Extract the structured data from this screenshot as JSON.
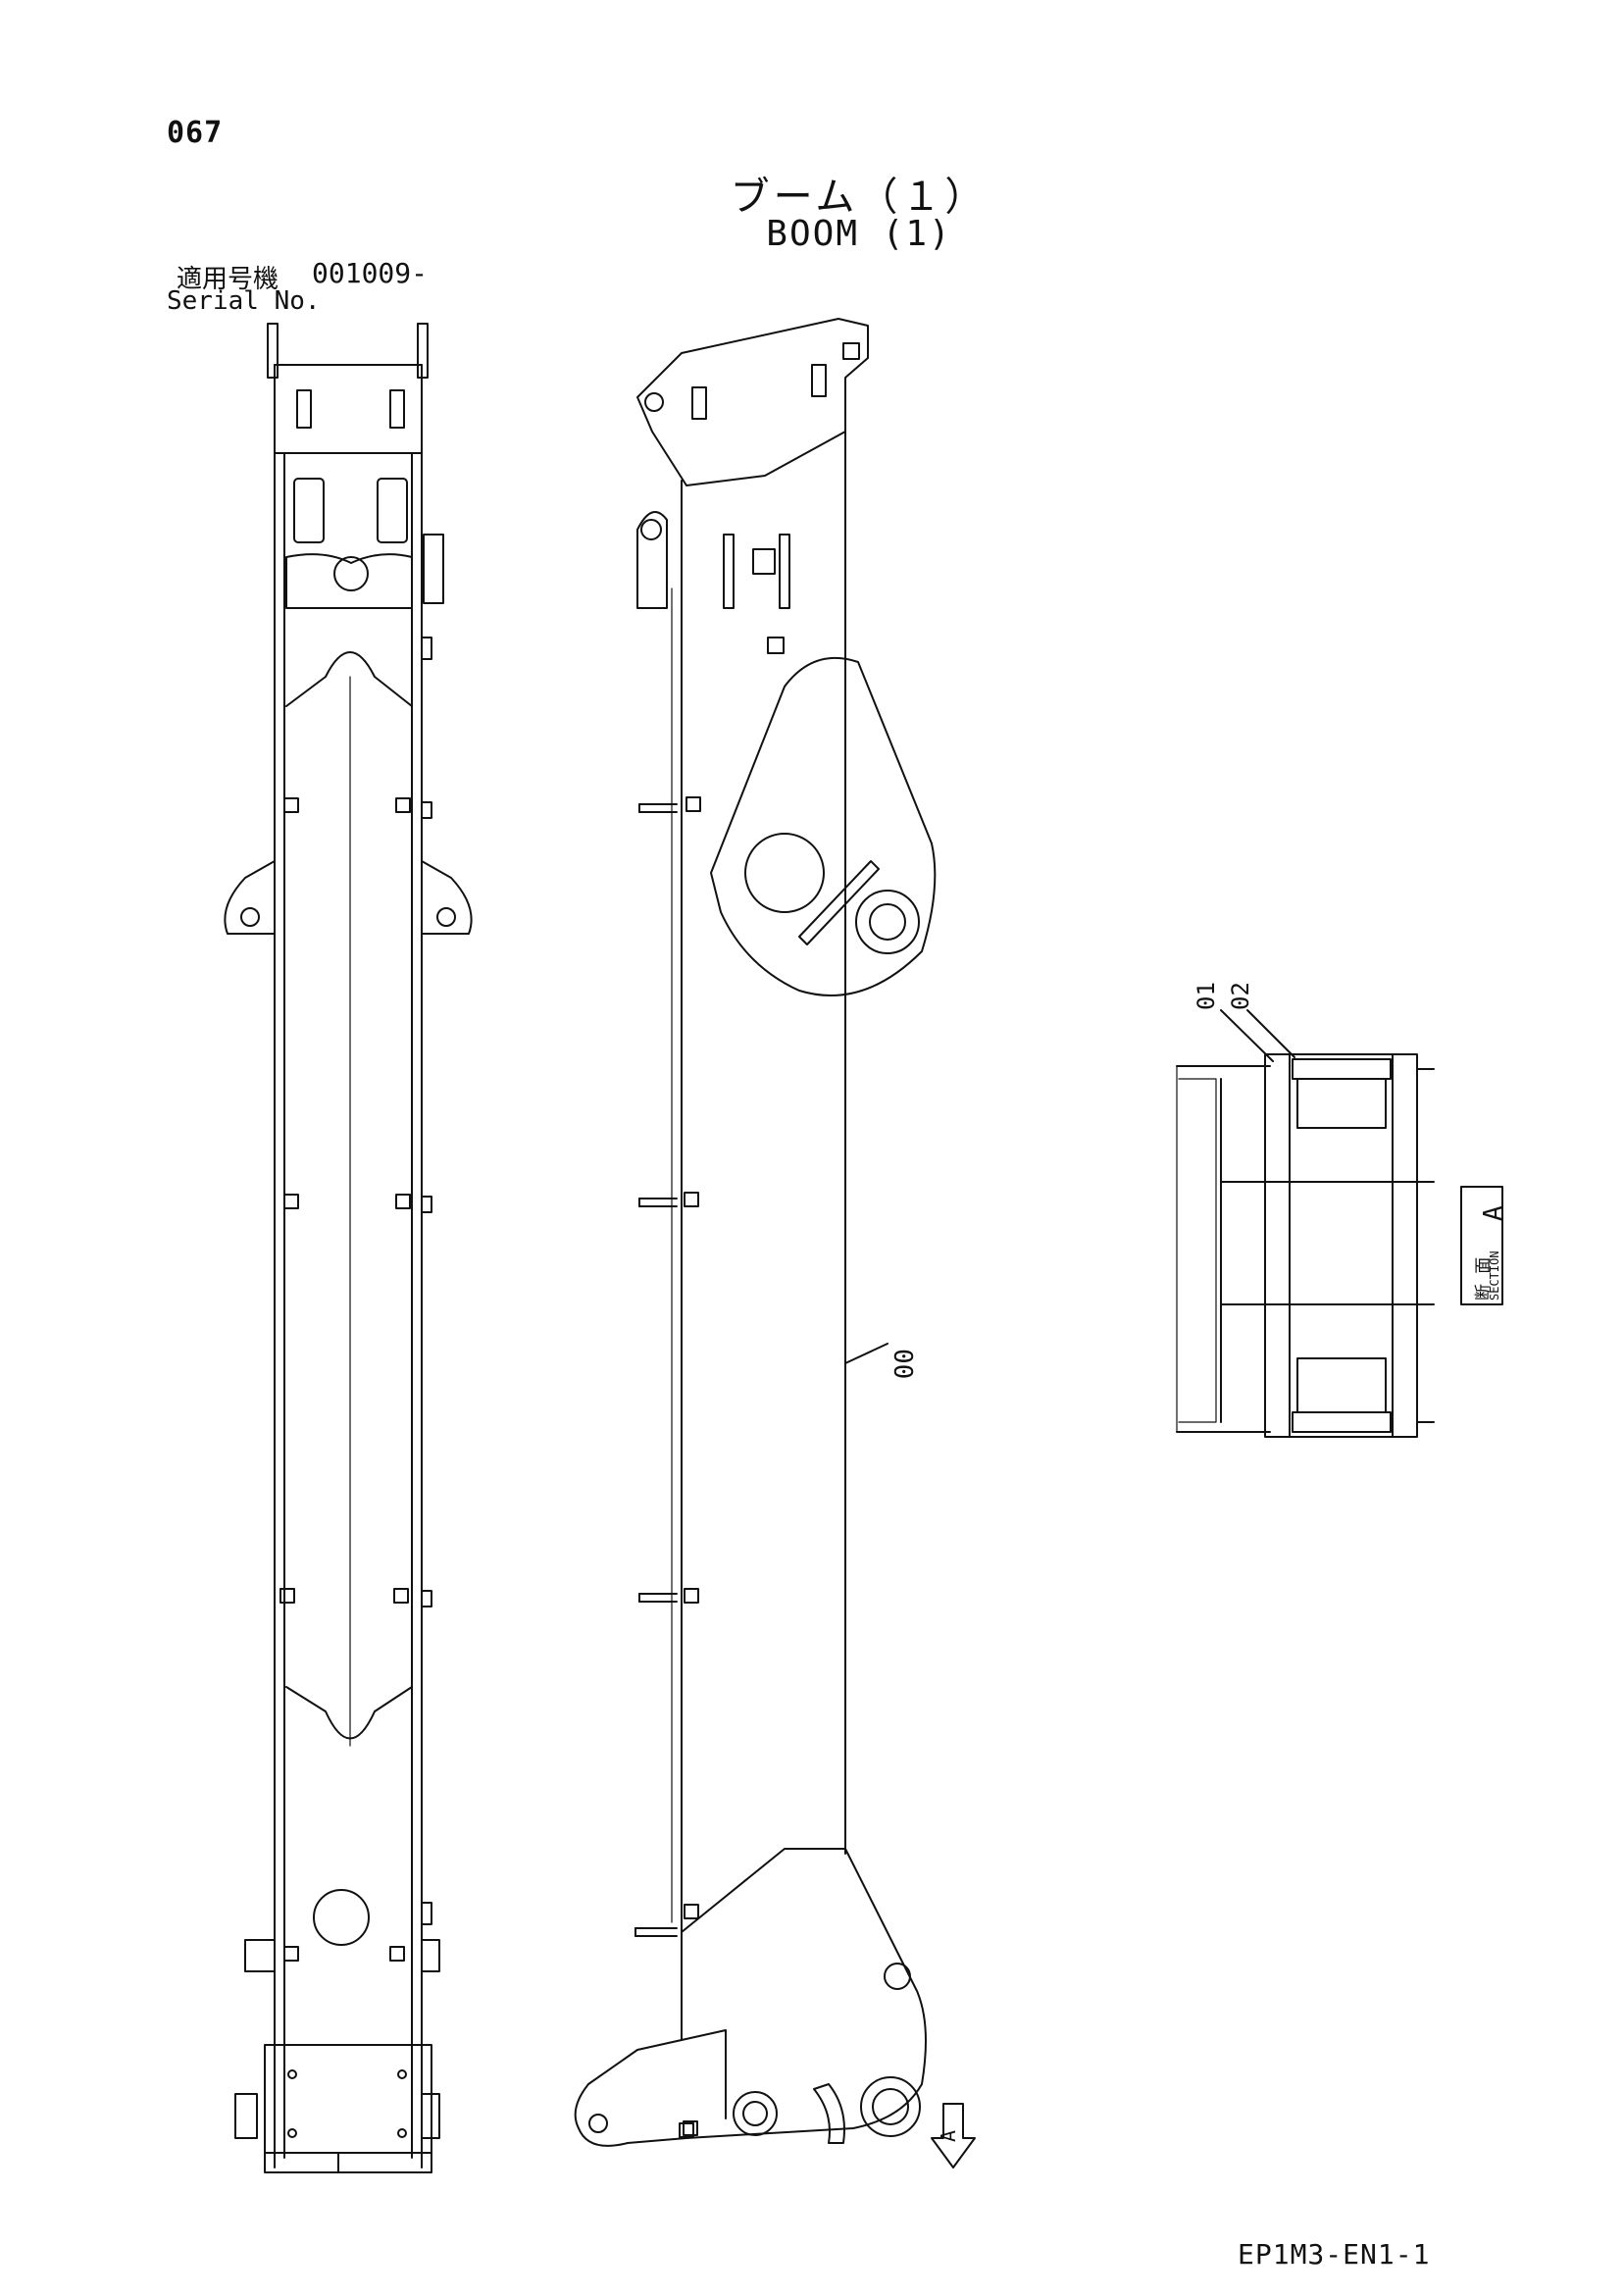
{
  "header": {
    "page_number": "067",
    "title_jp": "ブーム（１）",
    "title_en": "BOOM (1)"
  },
  "serial": {
    "label_jp": "適用号機",
    "value": "001009-",
    "label_en": "Serial No."
  },
  "callouts": {
    "part_00": "00",
    "part_01": "01",
    "part_02": "02"
  },
  "section": {
    "label_jp": "断 面",
    "label_en": "SECTION",
    "letter": "A"
  },
  "arrow_marker": "A",
  "footer": {
    "doc_code": "EP1M3-EN1-1"
  }
}
